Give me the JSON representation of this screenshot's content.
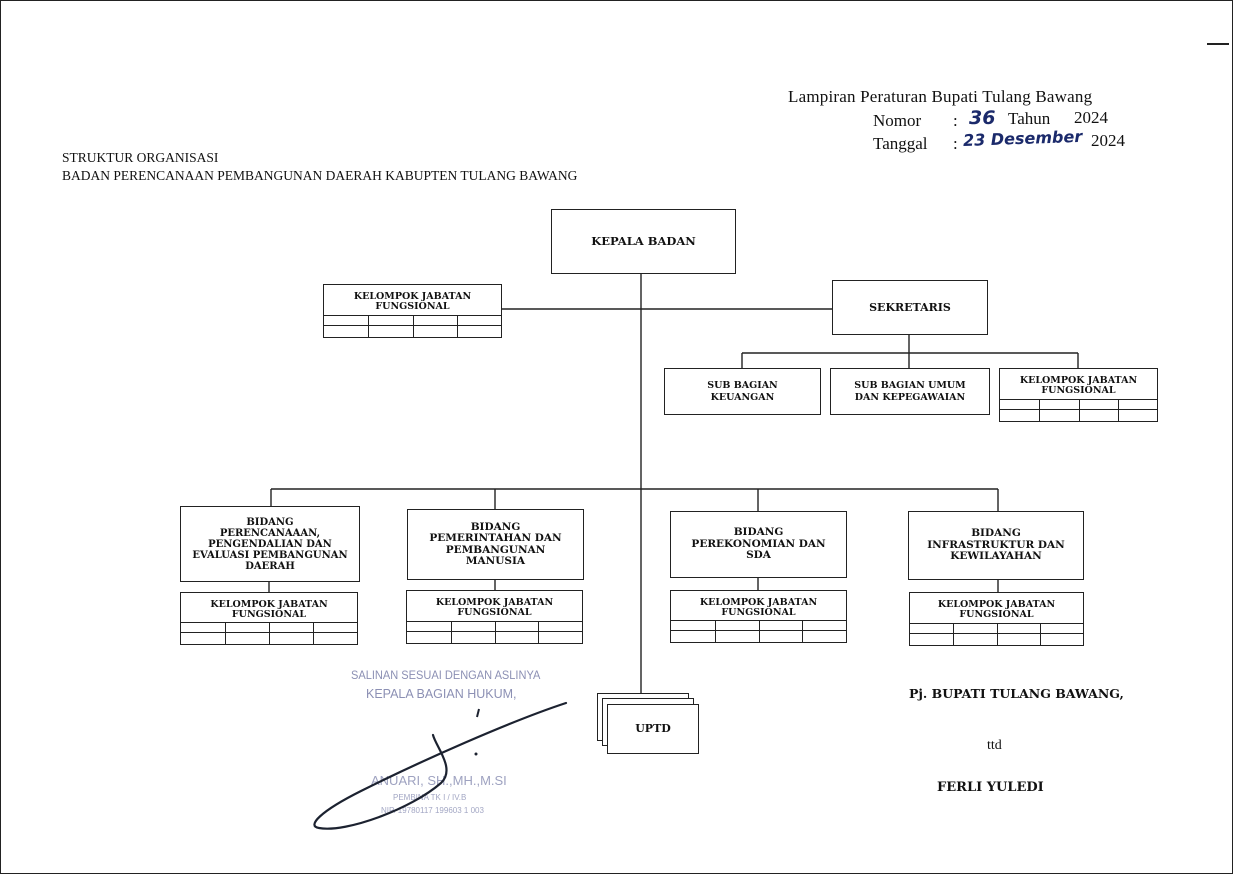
{
  "lampiran": {
    "title": "Lampiran Peraturan Bupati Tulang Bawang",
    "nomor_label": "Nomor",
    "nomor_value": "36",
    "tahun_label": "Tahun",
    "tahun_value": "2024",
    "tanggal_label": "Tanggal",
    "tanggal_value": "23 Desember",
    "tanggal_year": "2024",
    "colon": ":"
  },
  "heading": {
    "line1": "STRUKTUR ORGANISASI",
    "line2": "BADAN PERENCANAAN PEMBANGUNAN DAERAH KABUPTEN TULANG BAWANG"
  },
  "org": {
    "kepala": "KEPALA BADAN",
    "sekretaris": "SEKRETARIS",
    "jf_top": [
      "KELOMPOK JABATAN",
      "FUNGSIONAL"
    ],
    "sub_keuangan": [
      "SUB BAGIAN",
      "KEUANGAN"
    ],
    "sub_umum": [
      "SUB BAGIAN UMUM",
      "DAN KEPEGAWAIAN"
    ],
    "jf_sek": [
      "KELOMPOK JABATAN",
      "FUNGSIONAL"
    ],
    "bidang1": [
      "BIDANG",
      "PERENCANAAAN,",
      "PENGENDALIAN  DAN",
      "EVALUASI PEMBANGUNAN",
      "DAERAH"
    ],
    "bidang2": [
      "BIDANG",
      "PEMERINTAHAN DAN",
      "PEMBANGUNAN",
      "MANUSIA"
    ],
    "bidang3": [
      "BIDANG",
      "PEREKONOMIAN DAN",
      "SDA"
    ],
    "bidang4": [
      "BIDANG",
      "INFRASTRUKTUR DAN",
      "KEWILAYAHAN"
    ],
    "jf_b1": [
      "KELOMPOK JABATAN",
      "FUNGSIONAL"
    ],
    "jf_b2": [
      "KELOMPOK JABATAN",
      "FUNGSIONAL"
    ],
    "jf_b3": [
      "KELOMPOK JABATAN",
      "FUNGSIONAL"
    ],
    "jf_b4": [
      "KELOMPOK JABATAN",
      "FUNGSIONAL"
    ],
    "uptd": "UPTD"
  },
  "stamp": {
    "line1": "SALINAN SESUAI DENGAN ASLINYA",
    "line2": "KEPALA BAGIAN HUKUM,",
    "name": "ANUARI, SH.,MH.,M.SI",
    "rank": "PEMBINA TK I / IV.B",
    "nip": "NIP. 19780117 199603 1 003"
  },
  "signature": {
    "title": "Pj.  BUPATI TULANG BAWANG,",
    "ttd": "ttd",
    "name": "FERLI YULEDI"
  }
}
